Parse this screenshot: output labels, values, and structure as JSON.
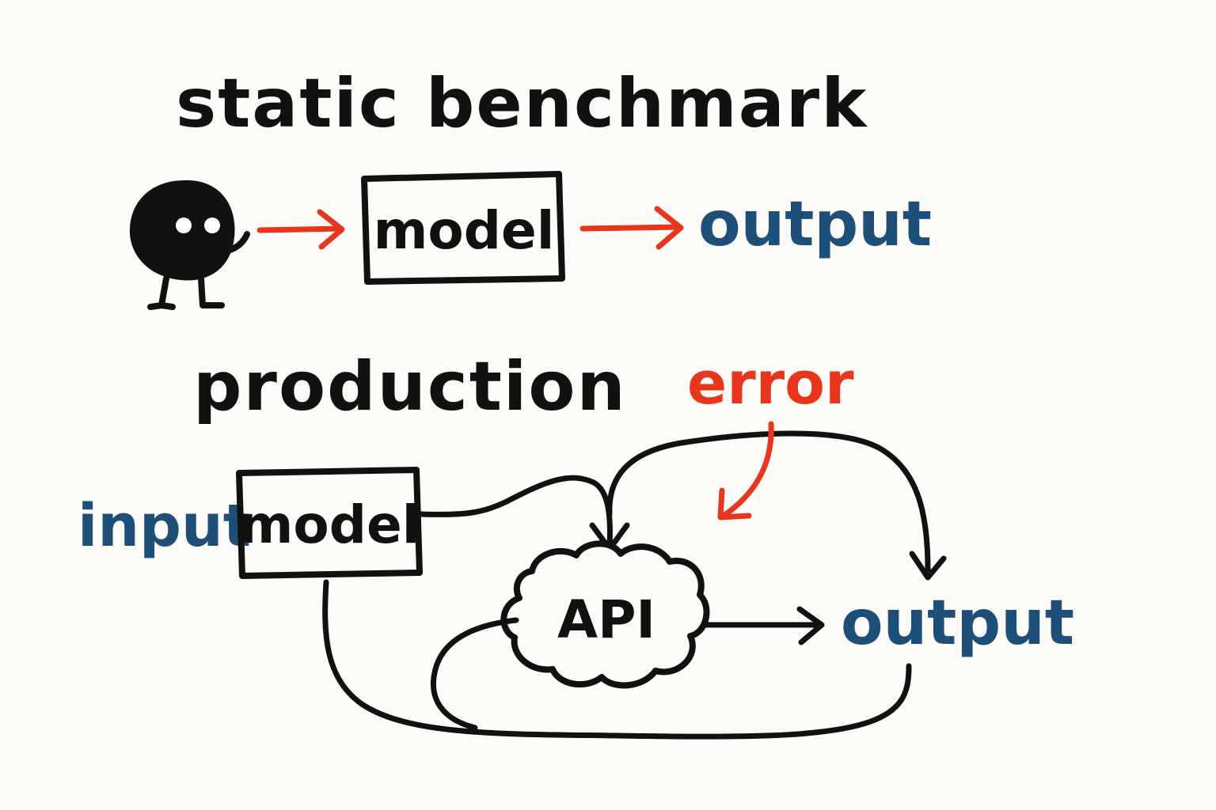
{
  "colors": {
    "background": "#fdfcf8",
    "ink": "#111111",
    "accent_red": "#e8361c",
    "accent_blue": "#1e4f78",
    "eye_white": "#ffffff"
  },
  "benchmark": {
    "title": "static benchmark",
    "model_label": "model",
    "output_label": "output",
    "character_icon": "blob-character-icon"
  },
  "production": {
    "title": "production",
    "input_label": "input",
    "model_label": "model",
    "api_label": "API",
    "error_label": "error",
    "output_label": "output",
    "api_icon": "cloud-icon"
  }
}
